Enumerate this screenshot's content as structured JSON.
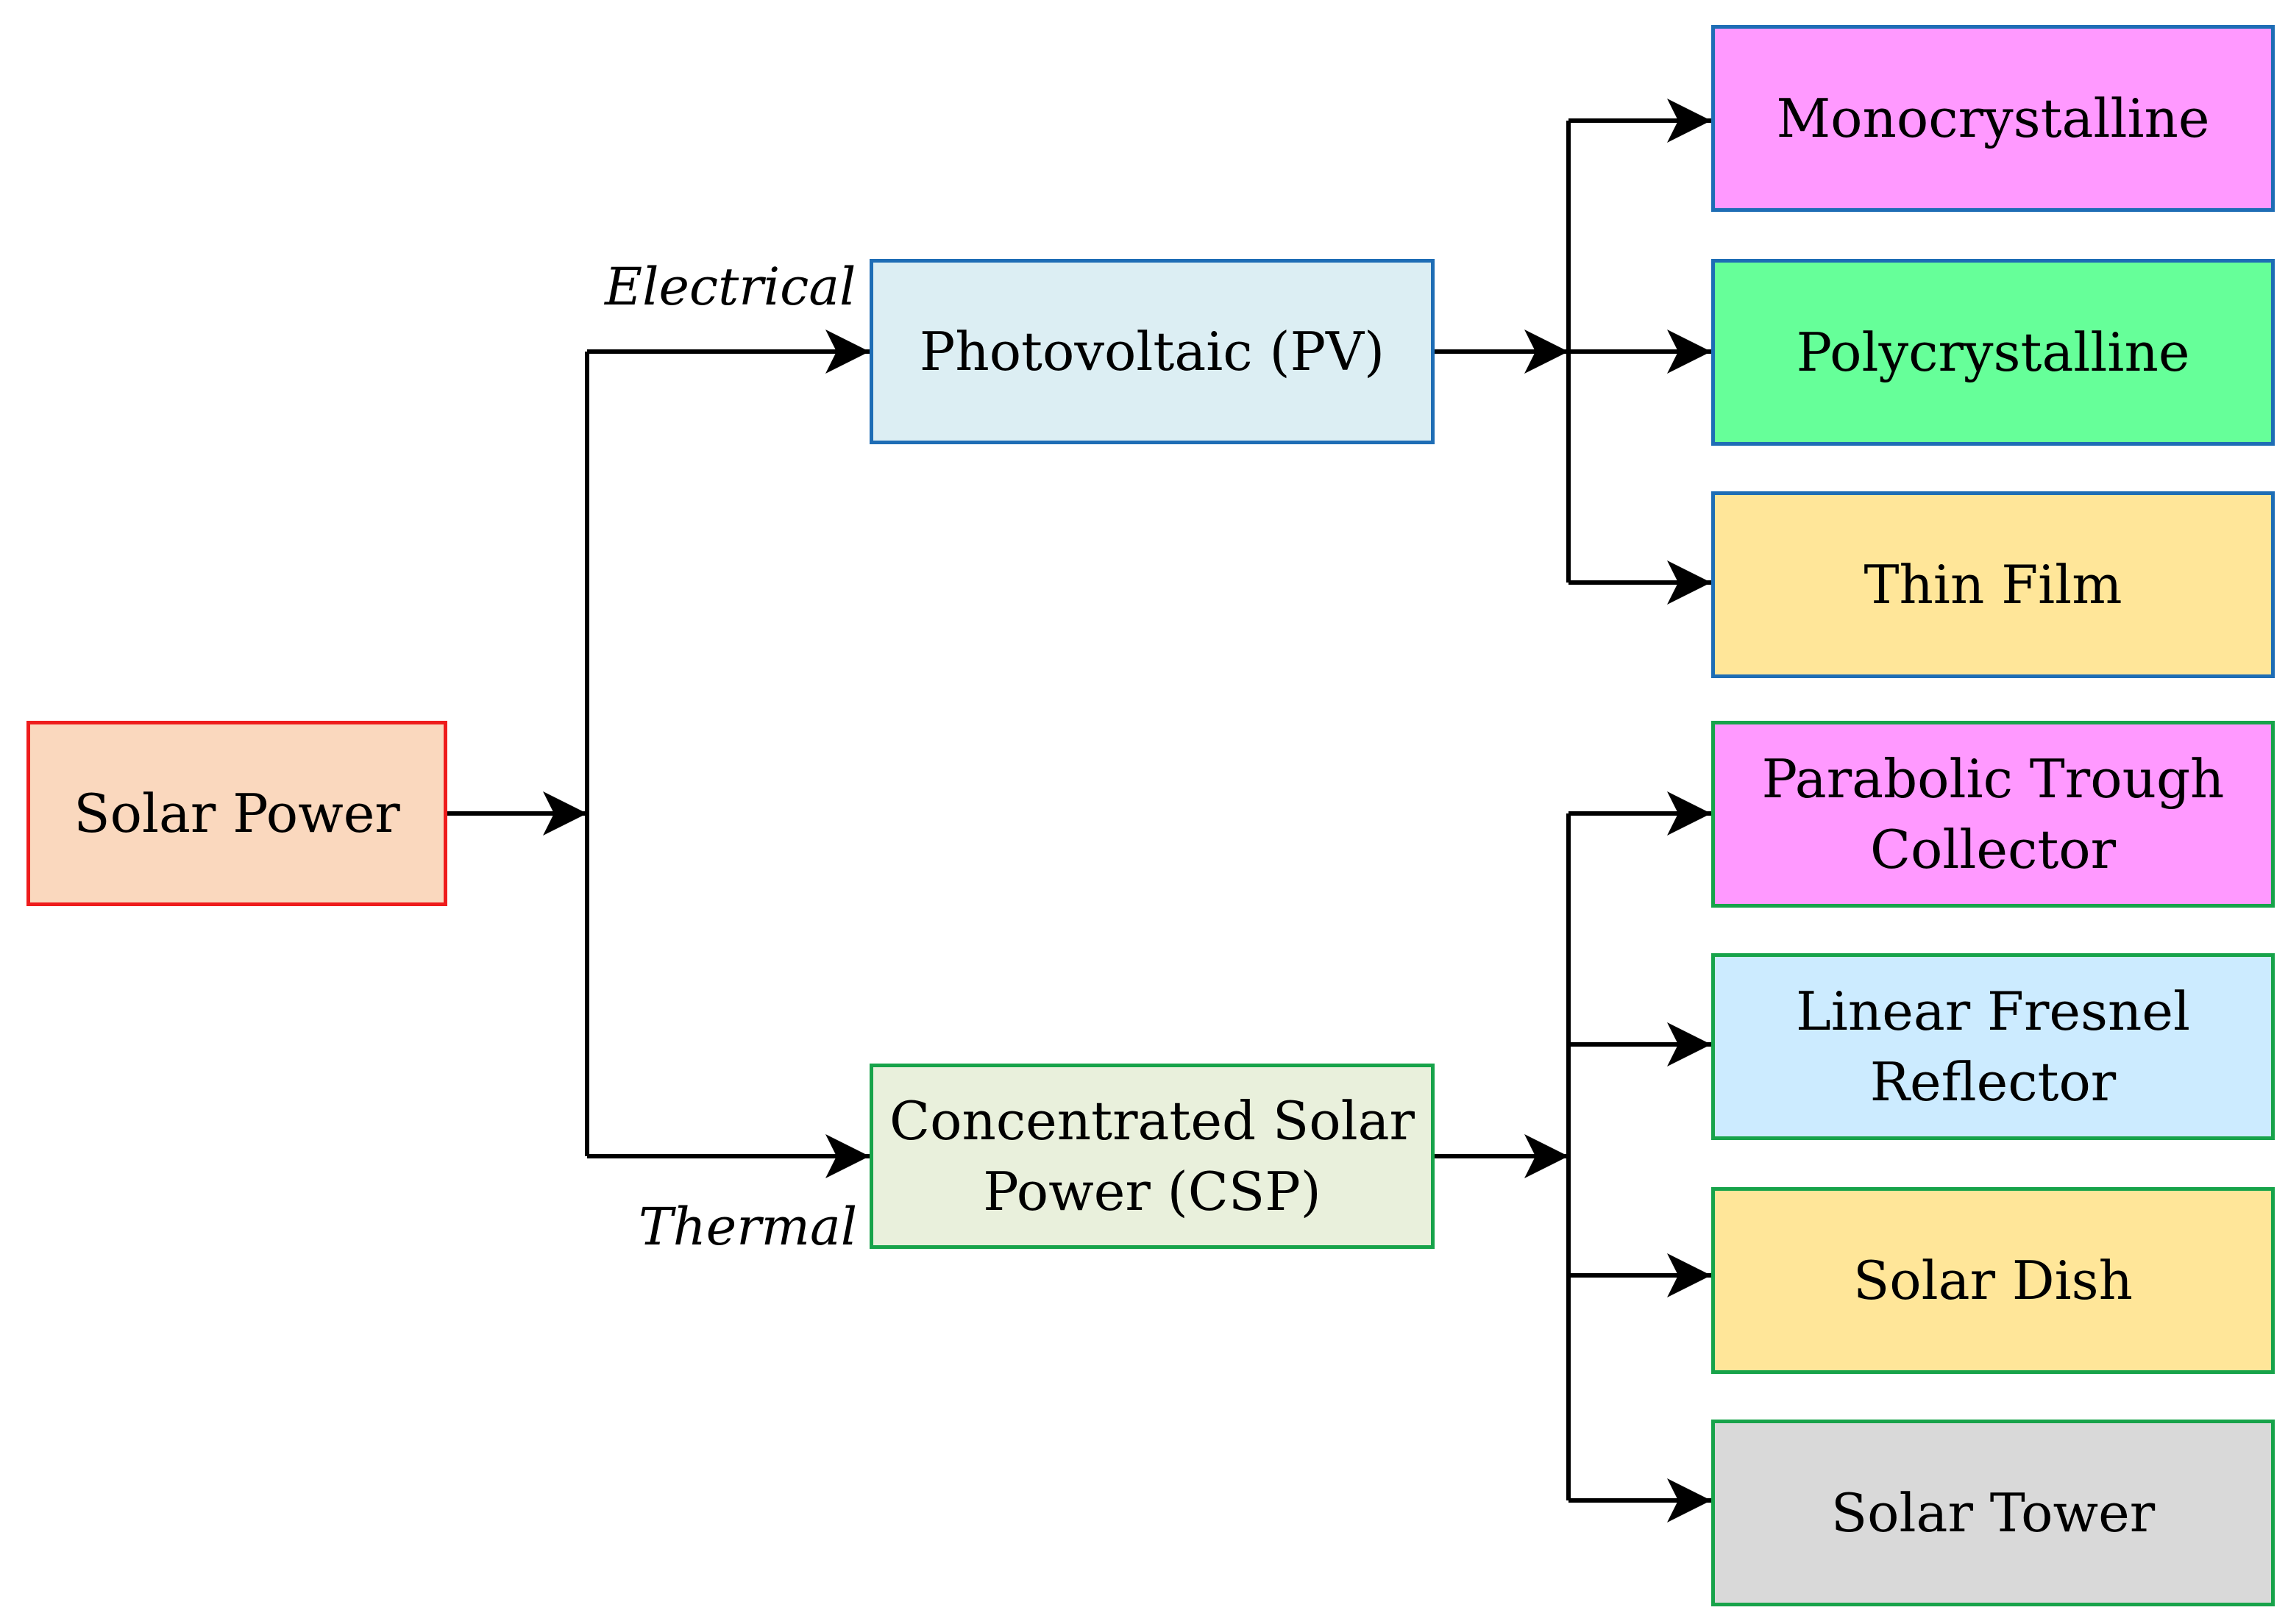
{
  "nodes": {
    "root": {
      "lines": [
        "Solar Power"
      ],
      "fill": "#FAD8BE",
      "border": "#EE1C1C"
    },
    "pv": {
      "lines": [
        "Photovoltaic (PV)"
      ],
      "fill": "#DCEEF3",
      "border": "#1E6DB5"
    },
    "csp": {
      "lines": [
        "Concentrated Solar",
        "Power (CSP)"
      ],
      "fill": "#E9F0DC",
      "border": "#17A34A"
    },
    "mono": {
      "lines": [
        "Monocrystalline"
      ],
      "fill": "#FF99FF",
      "border": "#1E6DB5"
    },
    "poly": {
      "lines": [
        "Polycrystalline"
      ],
      "fill": "#66FF99",
      "border": "#1E6DB5"
    },
    "thin": {
      "lines": [
        "Thin Film"
      ],
      "fill": "#FFE699",
      "border": "#1E6DB5"
    },
    "trough": {
      "lines": [
        "Parabolic Trough",
        "Collector"
      ],
      "fill": "#FF99FF",
      "border": "#17A34A"
    },
    "fresnel": {
      "lines": [
        "Linear Fresnel",
        "Reflector"
      ],
      "fill": "#CCEBFF",
      "border": "#17A34A"
    },
    "dish": {
      "lines": [
        "Solar Dish"
      ],
      "fill": "#FFE699",
      "border": "#17A34A"
    },
    "tower": {
      "lines": [
        "Solar Tower"
      ],
      "fill": "#D9D9D9",
      "border": "#17A34A"
    }
  },
  "branch_labels": {
    "electrical": "Electrical",
    "thermal": "Thermal"
  },
  "colors": {
    "connector": "#000000"
  }
}
